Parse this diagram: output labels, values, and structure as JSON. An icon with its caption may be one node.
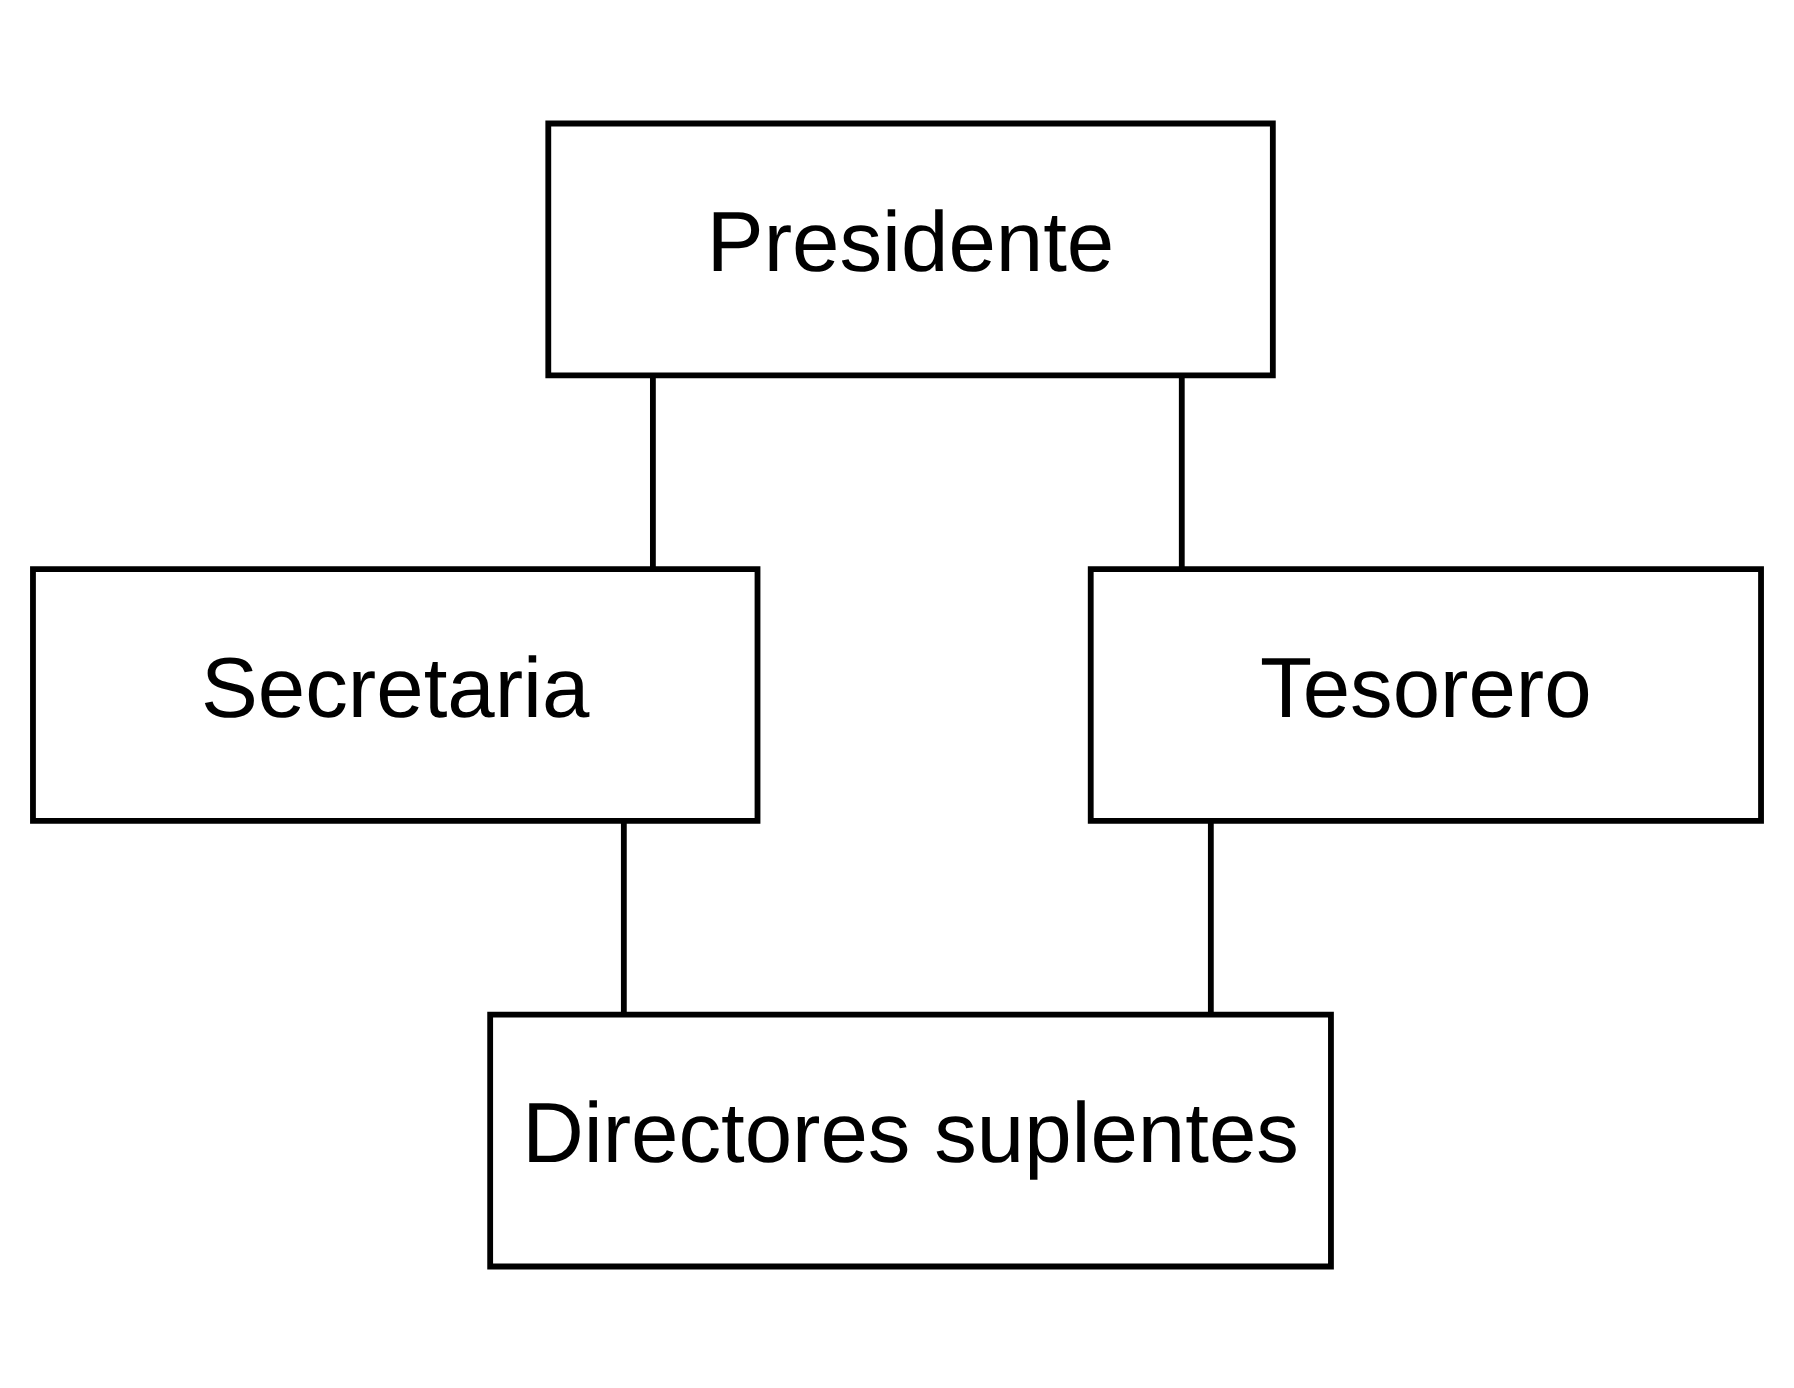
{
  "diagram": {
    "nodes": [
      {
        "text": [
          "Presidente"
        ]
      },
      {
        "text": [
          "Secretaria"
        ]
      },
      {
        "text": [
          "Tesorero"
        ]
      },
      {
        "text": [
          "Directores suplentes"
        ]
      }
    ],
    "edges": [
      {
        "from": 0,
        "to": 1,
        "arrow": "none"
      },
      {
        "from": 0,
        "to": 2,
        "arrow": "none"
      },
      {
        "from": 1,
        "to": 3,
        "arrow": "none"
      },
      {
        "from": 2,
        "to": 3,
        "arrow": "none"
      }
    ]
  }
}
